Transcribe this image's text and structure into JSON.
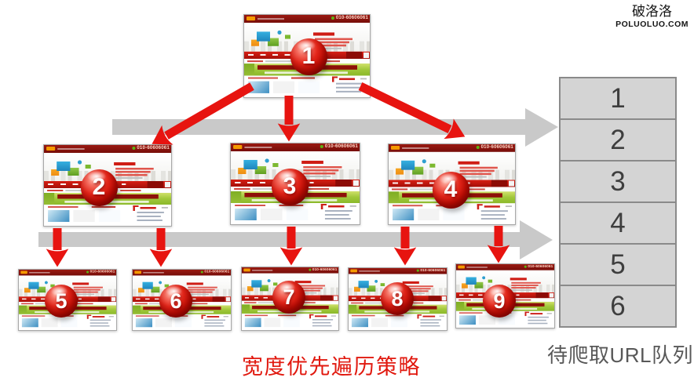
{
  "watermark": {
    "title": "破洛洛",
    "domain": "POLUOLUO.COM"
  },
  "captions": {
    "strategy": "宽度优先遍历策略",
    "queue": "待爬取URL队列"
  },
  "site": {
    "phone": "010-60606061"
  },
  "nodes": [
    {
      "label": "1"
    },
    {
      "label": "2"
    },
    {
      "label": "3"
    },
    {
      "label": "4"
    },
    {
      "label": "5"
    },
    {
      "label": "6"
    },
    {
      "label": "7"
    },
    {
      "label": "8"
    },
    {
      "label": "9"
    }
  ],
  "queue": {
    "items": [
      "1",
      "2",
      "3",
      "4",
      "5",
      "6"
    ]
  },
  "colors": {
    "arrow_red": "#e71410",
    "arrow_gray": "#c9c9c9",
    "caption_red": "#e1190f",
    "caption_gray": "#585858",
    "queue_fill": "#d4d4d4",
    "queue_border": "#8a8a8a",
    "sphere_red": "#e5261a"
  }
}
